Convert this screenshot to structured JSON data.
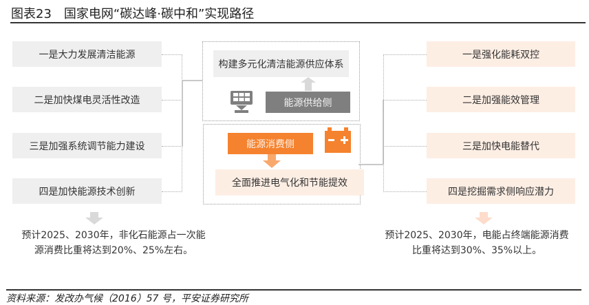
{
  "figure": {
    "number": "图表23",
    "title": "国家电网“碳达峰·碳中和”实现路径"
  },
  "supply_side": {
    "label": "能源供给侧",
    "target": "构建多元化清洁能源供应体系",
    "icon": "solar-panel-icon",
    "items": [
      {
        "label": "一是大力发展清洁能源"
      },
      {
        "label": "二是加快煤电灵活性改造"
      },
      {
        "label": "三是加强系统调节能力建设"
      },
      {
        "label": "四是加快能源技术创新"
      }
    ],
    "forecast": [
      "预计2025、2030年，非化石能源占一次能",
      "源消费比重将达到20%、25%左右。"
    ]
  },
  "demand_side": {
    "label": "能源消费侧",
    "target": "全面推进电气化和节能提效",
    "icon": "battery-icon",
    "items": [
      {
        "label": "一是强化能耗双控"
      },
      {
        "label": "二是加强能效管理"
      },
      {
        "label": "三是加快电能替代"
      },
      {
        "label": "四是挖掘需求侧响应潜力"
      }
    ],
    "forecast": [
      "预计2025、2030年，电能占终端能源消费",
      "比重将达到30%、35%以上。"
    ]
  },
  "source": "资料来源：发改办气候（2016）57 号，平安证券研究所",
  "colors": {
    "supply_gray": "#7f7f7f",
    "supply_light": "#efefef",
    "demand_orange": "#f5822e",
    "demand_light": "#fdeee4"
  }
}
